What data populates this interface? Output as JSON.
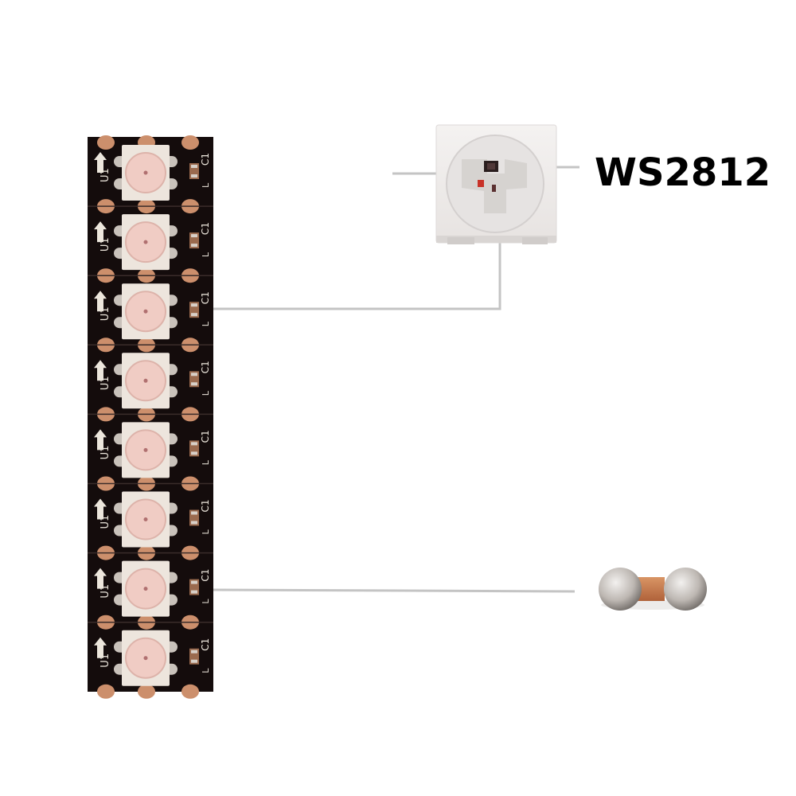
{
  "label": {
    "chip_name": "WS2812"
  },
  "strip": {
    "led_count": 8,
    "silkscreen": {
      "led_ref": "U1",
      "cap_ref": "C1",
      "pin_mark": "L"
    }
  },
  "colors": {
    "pcb": "#140c0c",
    "pad": "#cc8f6c",
    "led_housing": "#ede5dd",
    "led_lens": "#f0ccc4",
    "lens_ring": "#ddb3aa",
    "lead": "#c9c2bb",
    "leader_line": "#c4c4c4",
    "silkscreen": "#ece6dc",
    "cap_body": "#c9784a",
    "cap_end": "#c5c0bb"
  }
}
